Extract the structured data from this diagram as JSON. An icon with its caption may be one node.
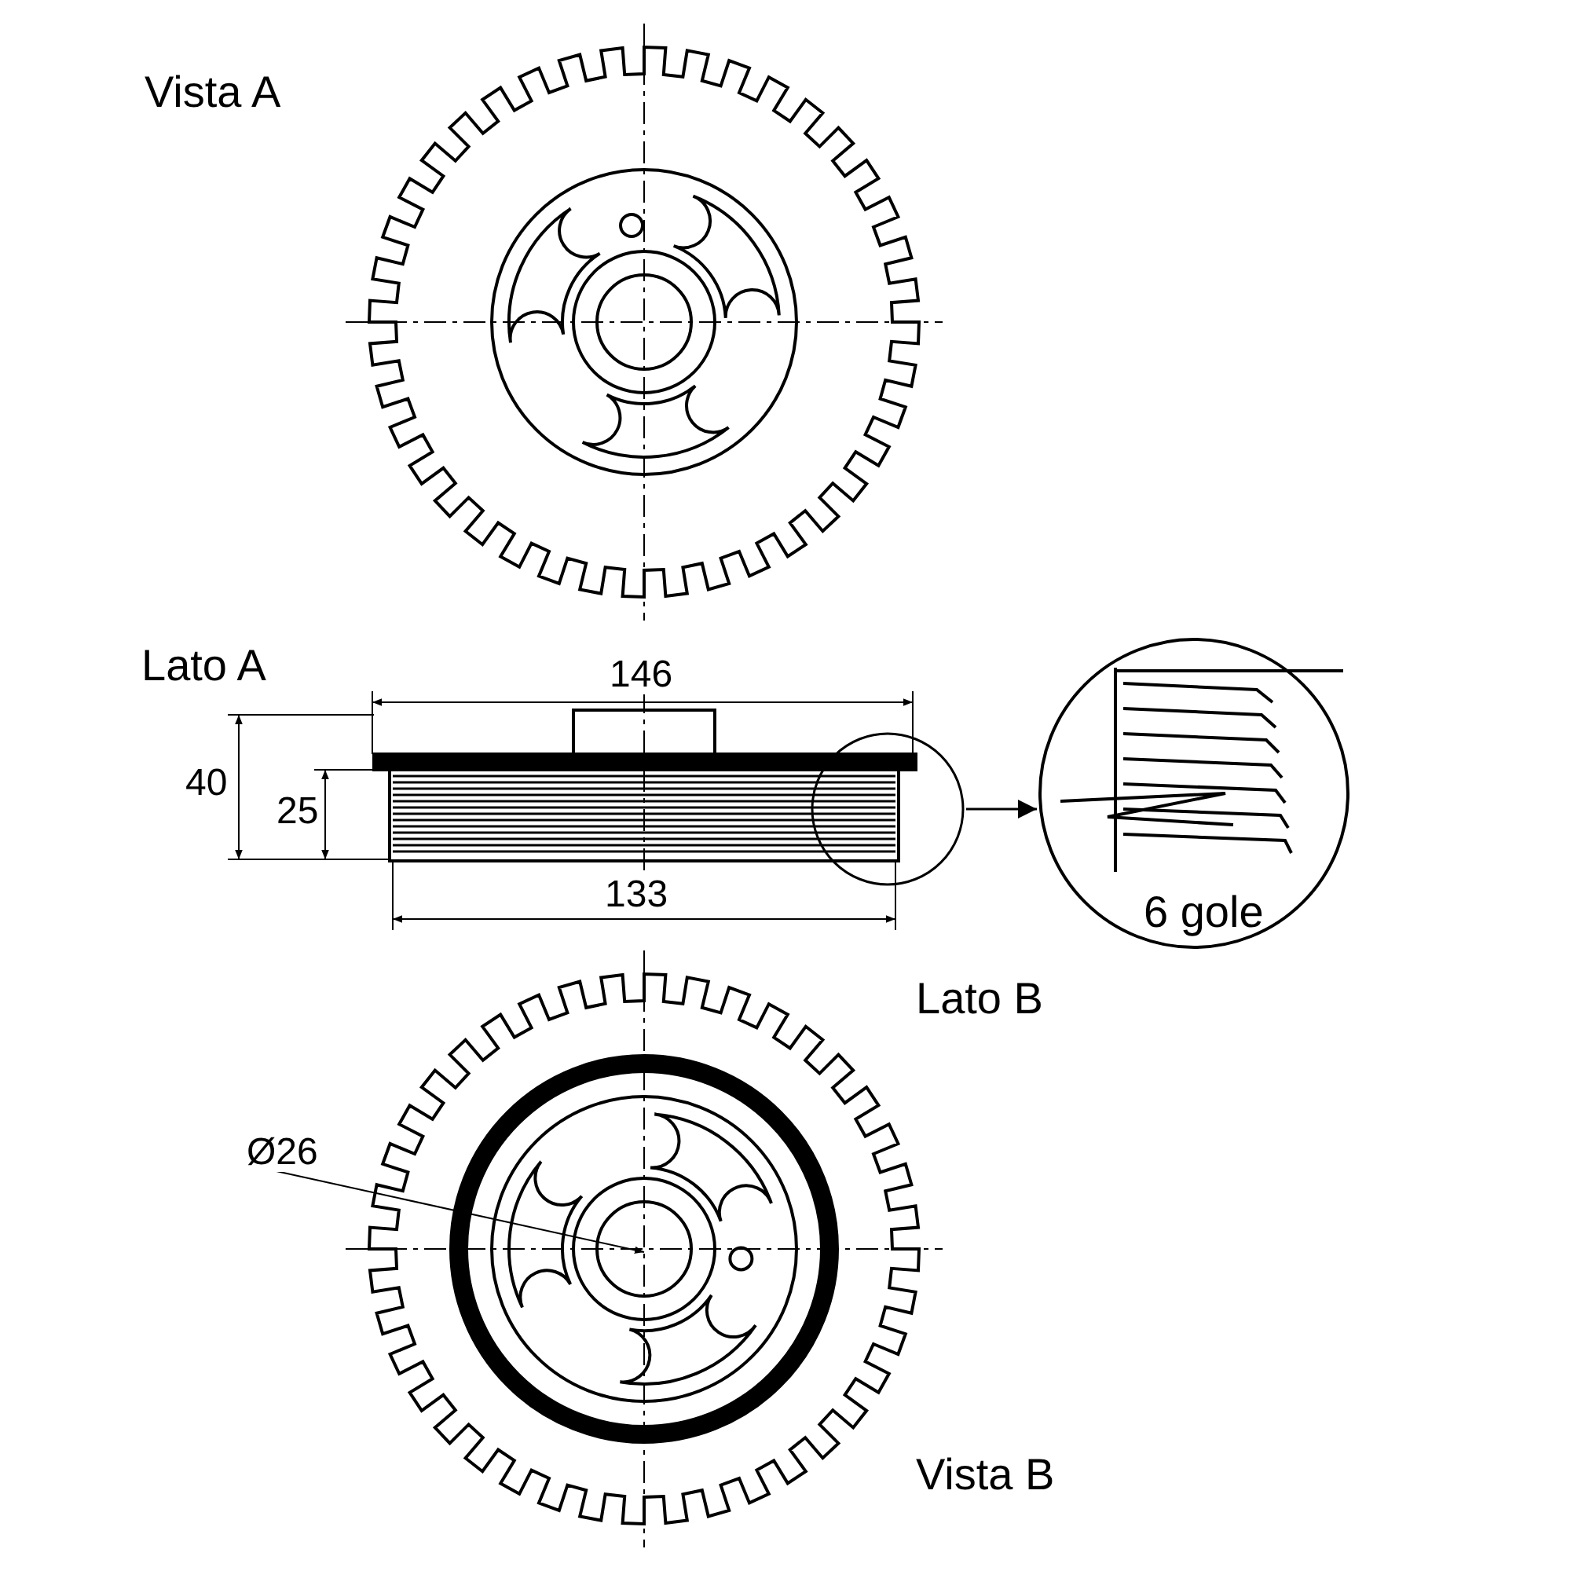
{
  "diagram": {
    "nodes": [
      {
        "text": [],
        "shape": "circle"
      },
      {
        "text": [
          "6 gole"
        ]
      }
    ],
    "edges": [
      {
        "from": 0,
        "to": 1,
        "arrow": "to"
      }
    ],
    "labels": [
      "Vista A",
      "Lato A",
      "146",
      "40",
      "25",
      "133",
      "Lato B",
      "Ø26",
      "Vista B"
    ]
  }
}
